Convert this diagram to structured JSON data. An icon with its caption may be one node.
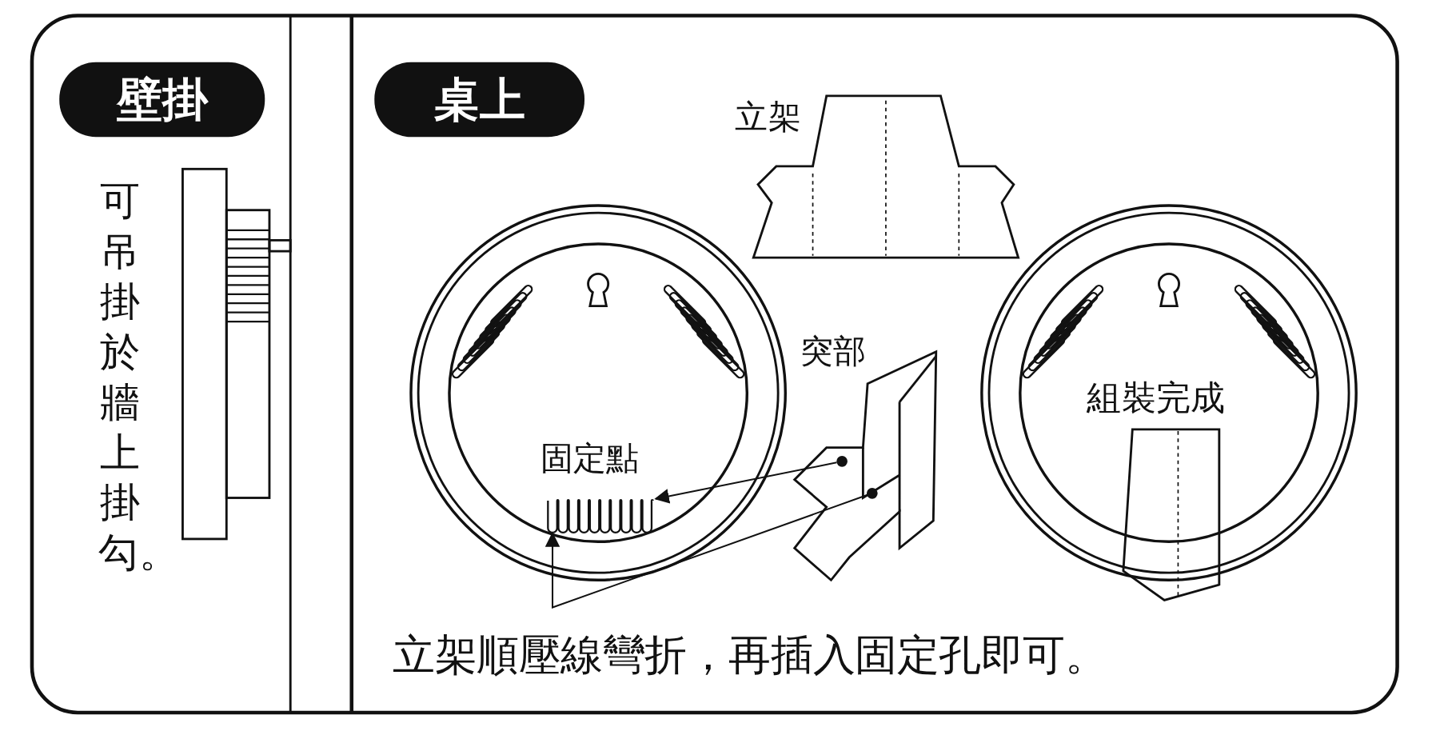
{
  "diagram": {
    "nodes": [
      {
        "text": [],
        "shape": "circle"
      },
      {
        "text": [],
        "shape": "circle"
      },
      {
        "text": [],
        "shape": "bar",
        "beside": [
          "固定點"
        ]
      }
    ],
    "edges": [
      {
        "from": 0,
        "to": 2,
        "arrow": "to"
      },
      {
        "from": 1,
        "to": 2,
        "arrow": "to"
      }
    ],
    "labels": [
      "壁掛",
      "可吊掛於牆上掛勾。",
      "桌上",
      "立架",
      "突部",
      "組裝完成",
      "立架順壓線彎折，再插入固定孔即可。"
    ]
  }
}
